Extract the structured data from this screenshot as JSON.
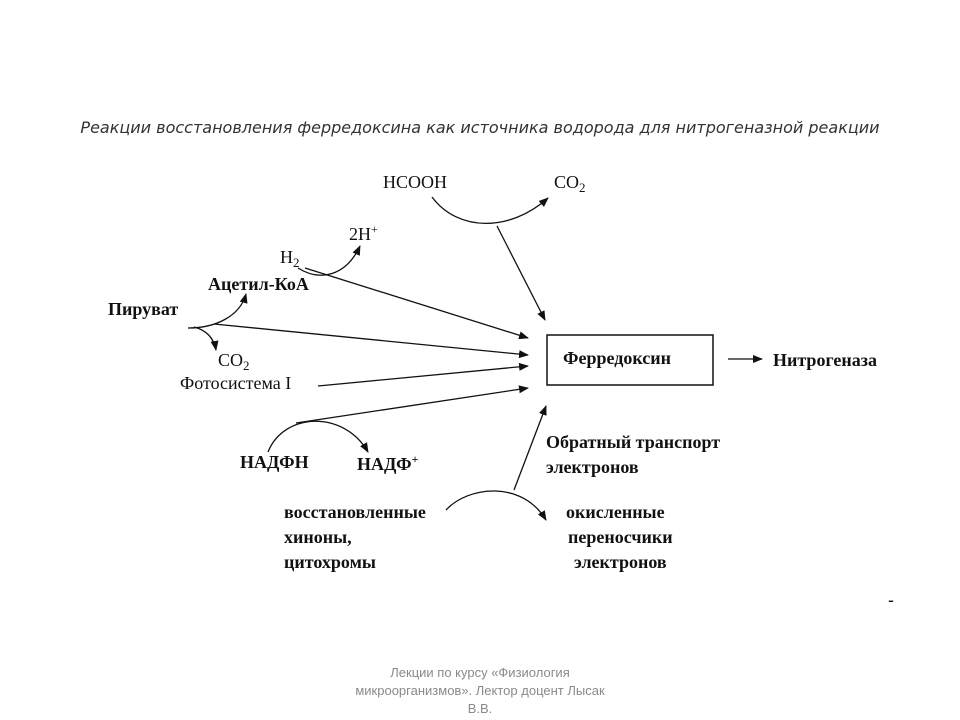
{
  "slide": {
    "title": "Реакции восстановления ферредоксина как источника водорода для нитрогеназной реакции",
    "footer": {
      "line1": "Лекции по курсу «Физиология",
      "line2": "микроорганизмов». Лектор доцент Лысак",
      "line3": "В.В."
    },
    "stray_mark": "-"
  },
  "diagram": {
    "hcooh": "HCOOH",
    "co2_top_main": "CO",
    "co2_top_sub": "2",
    "h2_main": "H",
    "h2_sub": "2",
    "twoh_main": "2H",
    "twoh_sup": "+",
    "acetyl_coa": "Ацетил-КоА",
    "pyruvate": "Пируват",
    "co2_mid_main": "CO",
    "co2_mid_sub": "2",
    "photosystem": "Фотосистема I",
    "nadph": "НАДФН",
    "nadp_main": "НАДФ",
    "nadp_sup": "+",
    "ferredoxin": "Ферредоксин",
    "nitrogenase": "Нитрогеназа",
    "reverse_transport_line1": "Обратный транспорт",
    "reverse_transport_line2": "электронов",
    "reduced_line1": "восстановленные",
    "reduced_line2": "хиноны,",
    "reduced_line3": "цитохромы",
    "oxidized_line1": "окисленные",
    "oxidized_line2": "переносчики",
    "oxidized_line3": "электронов"
  }
}
